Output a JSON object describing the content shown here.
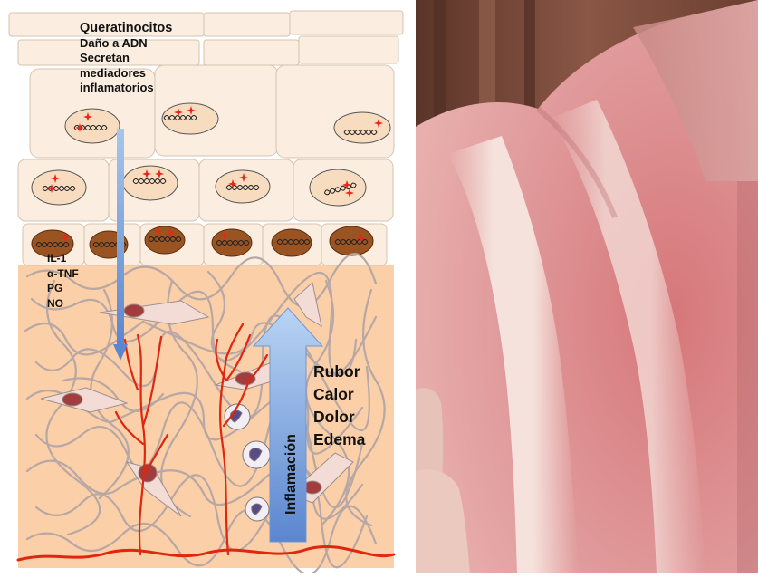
{
  "diagram": {
    "keratinocyte_header": {
      "title": "Queratinocitos",
      "line1": "Daño a ADN",
      "line2": "Secretan",
      "line3": "mediadores",
      "line4": "inflamatorios"
    },
    "mediators": [
      "IL-1",
      "α-TNF",
      "PG",
      "NO"
    ],
    "arrow_label": "Inflamación",
    "signs": [
      "Rubor",
      "Calor",
      "Dolor",
      "Edema"
    ],
    "colors": {
      "dermis": "#fbcfa7",
      "cell_fill": "#fbeee0",
      "nucleus": "#f7dcc0",
      "basal_nucleus": "#9a5422",
      "vessel": "#e0260e",
      "fiber": "#b7a7a5",
      "arrow": "#7fa9df",
      "dna_damage": "#e8261a"
    }
  },
  "photo": {
    "subject": "sunburned-skin-shoulder",
    "colors": {
      "skin_red": "#d98a8a",
      "pale_skin": "#f2dcd6",
      "background": "#7a4a3a"
    }
  }
}
